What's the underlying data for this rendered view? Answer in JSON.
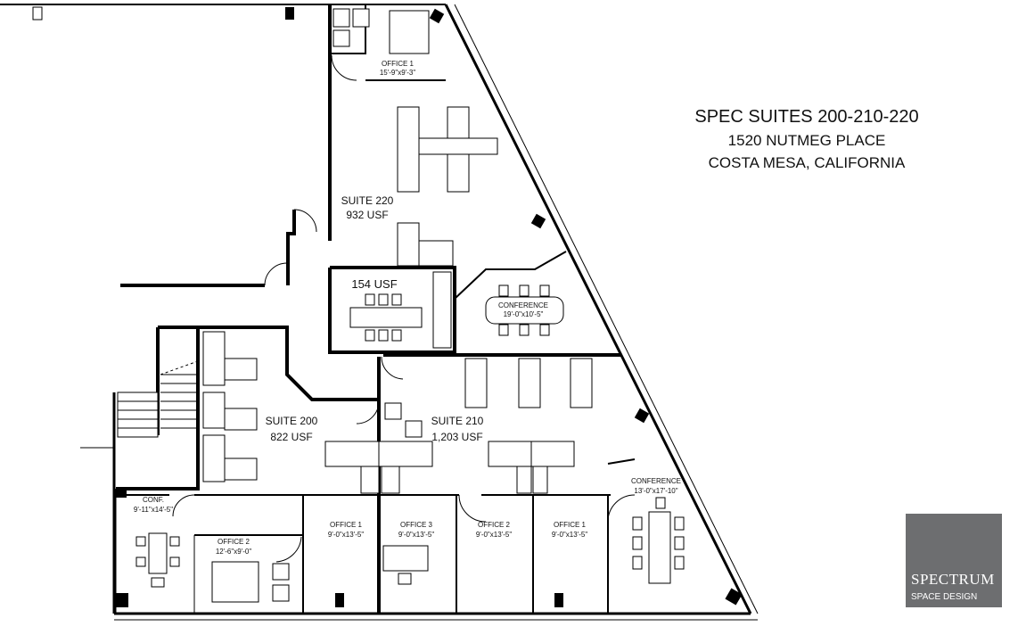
{
  "header": {
    "title": "SPEC SUITES 200-210-220",
    "address": "1520 NUTMEG PLACE",
    "city": "COSTA MESA, CALIFORNIA"
  },
  "rooms": {
    "suite220": {
      "name": "SUITE 220",
      "area": "932 USF"
    },
    "core": {
      "area": "154 USF"
    },
    "suite200": {
      "name": "SUITE 200",
      "area": "822 USF"
    },
    "suite210": {
      "name": "SUITE 210",
      "area": "1,203 USF"
    },
    "office1_220": {
      "name": "OFFICE 1",
      "dims": "15'-9\"x9'-3\""
    },
    "conf_220": {
      "name": "CONFERENCE",
      "dims": "19'-0\"x10'-5\""
    },
    "conf_200": {
      "name": "CONF.",
      "dims": "9'-11\"x14'-5\""
    },
    "office2_200": {
      "name": "OFFICE 2",
      "dims": "12'-6\"x9'-0\""
    },
    "office1_200": {
      "name": "OFFICE 1",
      "dims": "9'-0\"x13'-5\""
    },
    "office3_210": {
      "name": "OFFICE 3",
      "dims": "9'-0\"x13'-5\""
    },
    "office2_210": {
      "name": "OFFICE 2",
      "dims": "9'-0\"x13'-5\""
    },
    "office1_210": {
      "name": "OFFICE 1",
      "dims": "9'-0\"x13'-5\""
    },
    "conf_210": {
      "name": "CONFERENCE",
      "dims": "13'-0\"x17'-10\""
    }
  },
  "logo": {
    "brand": "SPECTRUM",
    "tagline": "SPACE DESIGN",
    "color": "#6d6e70"
  }
}
